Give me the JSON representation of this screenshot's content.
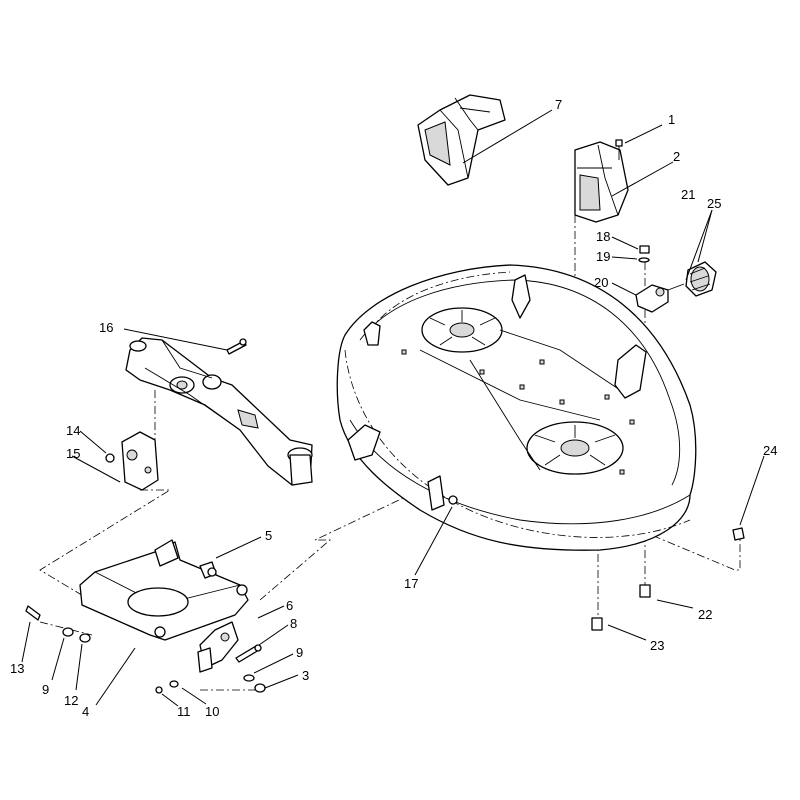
{
  "callouts": [
    {
      "id": "c1",
      "text": "1"
    },
    {
      "id": "c2",
      "text": "2"
    },
    {
      "id": "c3",
      "text": "3"
    },
    {
      "id": "c4",
      "text": "4"
    },
    {
      "id": "c5",
      "text": "5"
    },
    {
      "id": "c6",
      "text": "6"
    },
    {
      "id": "c7",
      "text": "7"
    },
    {
      "id": "c8",
      "text": "8"
    },
    {
      "id": "c9a",
      "text": "9"
    },
    {
      "id": "c9b",
      "text": "9"
    },
    {
      "id": "c10",
      "text": "10"
    },
    {
      "id": "c11",
      "text": "11"
    },
    {
      "id": "c12",
      "text": "12"
    },
    {
      "id": "c13",
      "text": "13"
    },
    {
      "id": "c14",
      "text": "14"
    },
    {
      "id": "c15",
      "text": "15"
    },
    {
      "id": "c16",
      "text": "16"
    },
    {
      "id": "c17",
      "text": "17"
    },
    {
      "id": "c18",
      "text": "18"
    },
    {
      "id": "c19",
      "text": "19"
    },
    {
      "id": "c20",
      "text": "20"
    },
    {
      "id": "c21",
      "text": "21"
    },
    {
      "id": "c22",
      "text": "22"
    },
    {
      "id": "c23",
      "text": "23"
    },
    {
      "id": "c24",
      "text": "24"
    },
    {
      "id": "c25",
      "text": "25"
    }
  ]
}
